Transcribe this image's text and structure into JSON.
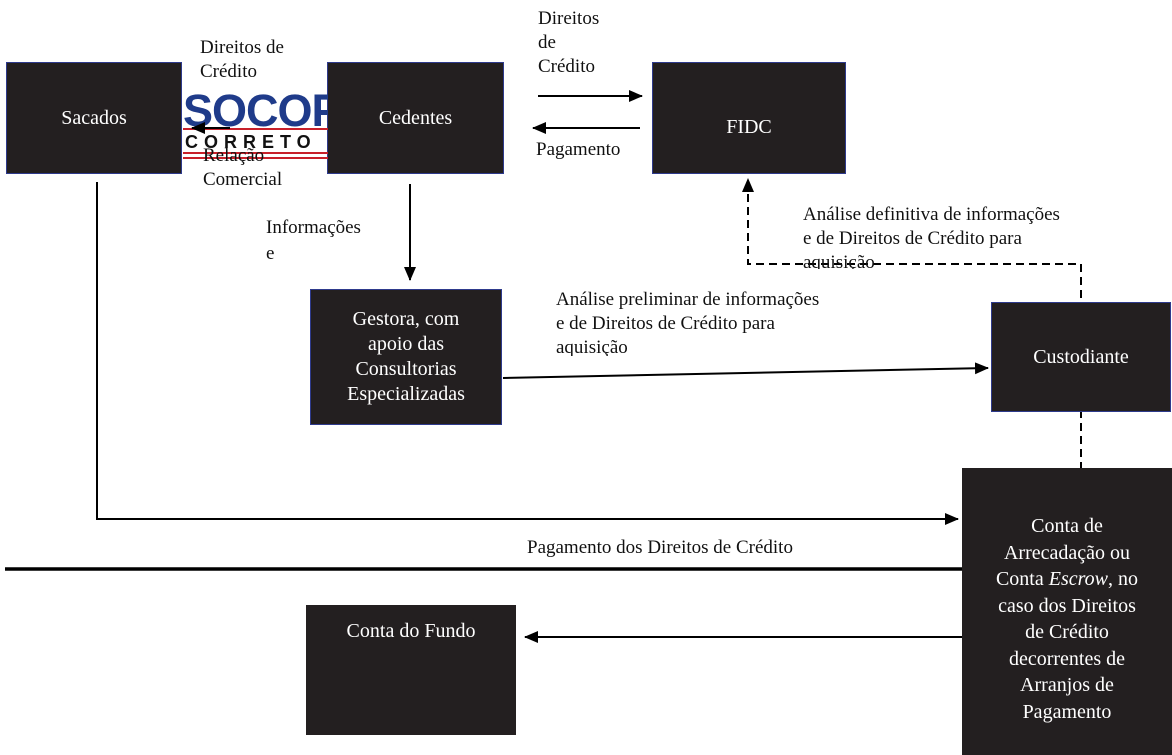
{
  "nodes": {
    "sacados": "Sacados",
    "cedentes": "Cedentes",
    "fidc": "FIDC",
    "gestora": [
      "Gestora, com",
      "apoio das",
      "Consultorias",
      "Especializadas"
    ],
    "custodiante": "Custodiante",
    "conta_arrecadacao": {
      "line1": "Conta de",
      "line2": "Arrecadação ou",
      "line3_prefix": "Conta ",
      "line3_italic": "Escrow",
      "line3_suffix": ", no",
      "line4": "caso dos Direitos",
      "line5": "de Crédito",
      "line6": "decorrentes de",
      "line7": "Arranjos de",
      "line8": "Pagamento"
    },
    "conta_fundo": "Conta do Fundo"
  },
  "labels": {
    "sacados_cedentes_top": [
      "Direitos de",
      "Crédito"
    ],
    "sacados_cedentes_bottom": [
      "Relação",
      "Comercial"
    ],
    "cedentes_fidc_top": [
      "Direitos",
      "de",
      "Crédito"
    ],
    "fidc_cedentes_bottom": "Pagamento",
    "informacoes": [
      "Informações",
      "e"
    ],
    "analise_definitiva": [
      "Análise definitiva de informações",
      "e de Direitos de Crédito para",
      "aquisição"
    ],
    "analise_preliminar": [
      "Análise preliminar de informações",
      "e de Direitos de Crédito para",
      "aquisição"
    ],
    "pagamento_direitos": "Pagamento dos Direitos de Crédito"
  },
  "logo": {
    "word": "SOCOP",
    "sub": "CORRETO"
  },
  "colors": {
    "box_fill": "#231f20",
    "box_border": "#2e3a8c",
    "logo_blue": "#1f3b8a",
    "logo_red": "#c8202a"
  }
}
